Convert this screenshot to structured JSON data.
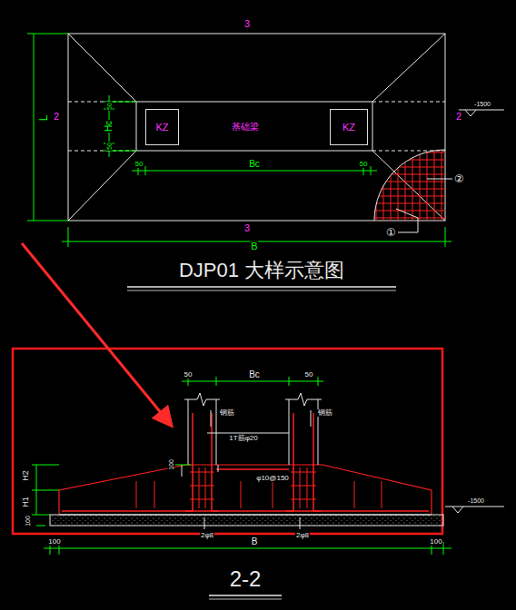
{
  "diagram": {
    "title": "DJP01 大样示意图",
    "caption": "2-2",
    "nodes": [
      {
        "text": [
          "KZ"
        ]
      },
      {
        "text": [
          "KZ"
        ]
      }
    ],
    "labels": [
      "3",
      "L",
      "2",
      "Hc",
      "50",
      "50",
      "基础梁",
      "2",
      "-1500",
      "50",
      "Bc",
      "50",
      "②",
      "3",
      "①",
      "B",
      "50",
      "Bc",
      "50",
      "钢筋",
      "钢筋",
      "1T筋φ20",
      "100",
      "φ10@150",
      "H2",
      "H1",
      "-1500",
      "100",
      "2φ8",
      "2φ8",
      "100",
      "B",
      "100"
    ]
  }
}
